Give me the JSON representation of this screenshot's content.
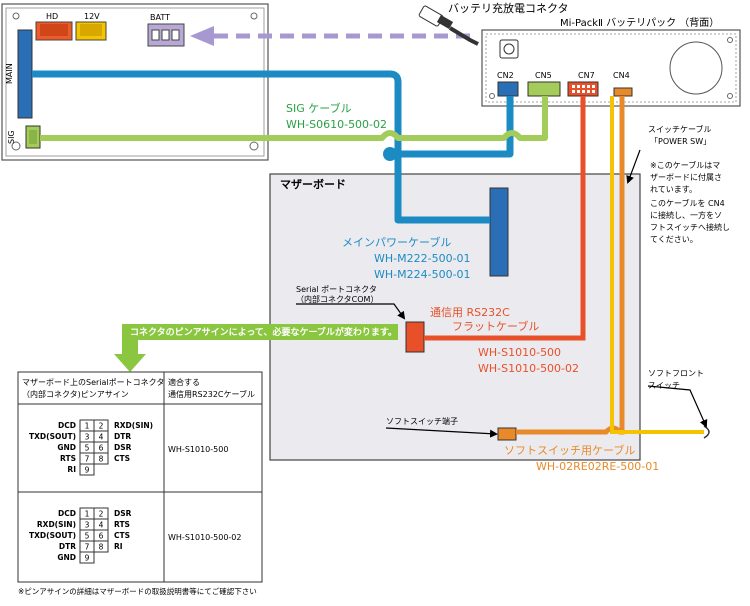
{
  "top_unit": {
    "hd": "HD",
    "v12": "12V",
    "batt": "BATT",
    "main": "MAIN",
    "sig": "SIG"
  },
  "battery": {
    "charge_connector": "バッテリ充放電コネクタ",
    "pack_title": "Mi-PackⅡ バッテリパック （背面）",
    "cn2": "CN2",
    "cn5": "CN5",
    "cn7": "CN7",
    "cn4": "CN4"
  },
  "sig_cable": {
    "name": "SIG ケーブル",
    "part": "WH-S0610-500-02"
  },
  "motherboard": {
    "title": "マザーボード"
  },
  "main_power": {
    "name": "メインパワーケーブル",
    "parts": [
      "WH-M222-500-01",
      "WH-M224-500-01"
    ]
  },
  "serial_port": {
    "line1": "Serial ポートコネクタ",
    "line2": "（内部コネクタCOM）"
  },
  "rs232c": {
    "name1": "通信用 RS232C",
    "name2": "フラットケーブル",
    "parts": [
      "WH-S1010-500",
      "WH-S1010-500-02"
    ]
  },
  "switch_cable": {
    "title1": "スイッチケーブル",
    "title2": "「POWER SW」",
    "note": [
      "※このケーブルはマ",
      "ザーボードに付属さ",
      "れています。",
      "このケーブルを CN4",
      "に接続し、一方をソ",
      "フトスイッチへ接続し",
      "てください。"
    ]
  },
  "pinout_note": "コネクタのピンアサインによって、必要なケーブルが変わります。",
  "soft_front": {
    "line1": "ソフトフロント",
    "line2": "スイッチ"
  },
  "soft_switch_terminal": "ソフトスイッチ端子",
  "soft_switch_cable": {
    "name": "ソフトスイッチ用ケーブル",
    "part": "WH-02RE02RE-500-01"
  },
  "table": {
    "header_left": [
      "マザーボード上のSerialポートコネクタ",
      "（内部コネクタ)ピンアサイン"
    ],
    "header_right": [
      "適合する",
      "通信用RS232Cケーブル"
    ],
    "rows": [
      {
        "left_labels": [
          "DCD",
          "TXD(SOUT)",
          "GND",
          "RTS",
          "RI"
        ],
        "pins": [
          [
            "1",
            "2"
          ],
          [
            "3",
            "4"
          ],
          [
            "5",
            "6"
          ],
          [
            "7",
            "8"
          ],
          [
            "9",
            ""
          ]
        ],
        "right_labels": [
          "RXD(SIN)",
          "DTR",
          "DSR",
          "CTS",
          ""
        ],
        "cable": "WH-S1010-500"
      },
      {
        "left_labels": [
          "DCD",
          "RXD(SIN)",
          "TXD(SOUT)",
          "DTR",
          "GND"
        ],
        "pins": [
          [
            "1",
            "2"
          ],
          [
            "3",
            "4"
          ],
          [
            "5",
            "6"
          ],
          [
            "7",
            "8"
          ],
          [
            "9",
            ""
          ]
        ],
        "right_labels": [
          "DSR",
          "RTS",
          "CTS",
          "RI",
          ""
        ],
        "cable": "WH-S1010-500-02"
      }
    ]
  },
  "footnote": "※ピンアサインの詳細はマザーボードの取扱説明書等にてご確認下さい"
}
